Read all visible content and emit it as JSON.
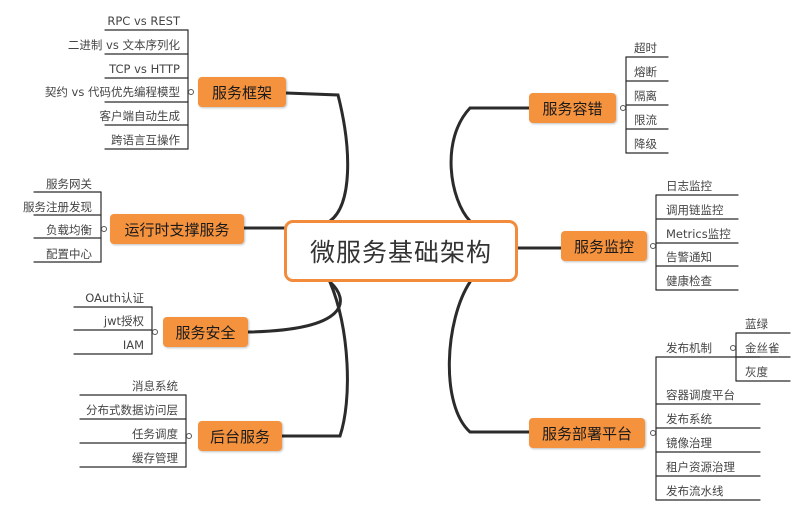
{
  "center": "微服务基础架构",
  "colors": {
    "branch_fill": "#f5923e",
    "center_border": "#f28c3c",
    "line": "#2b2b2b"
  },
  "branches": {
    "framework": {
      "title": "服务框架",
      "items": [
        "RPC vs REST",
        "二进制 vs 文本序列化",
        "TCP vs HTTP",
        "契约 vs 代码优先编程模型",
        "客户端自动生成",
        "跨语言互操作"
      ]
    },
    "runtime": {
      "title": "运行时支撑服务",
      "items": [
        "服务网关",
        "服务注册发现",
        "负载均衡",
        "配置中心"
      ]
    },
    "security": {
      "title": "服务安全",
      "items": [
        "OAuth认证",
        "jwt授权",
        "IAM"
      ]
    },
    "backend": {
      "title": "后台服务",
      "items": [
        "消息系统",
        "分布式数据访问层",
        "任务调度",
        "缓存管理"
      ]
    },
    "fault": {
      "title": "服务容错",
      "items": [
        "超时",
        "熔断",
        "隔离",
        "限流",
        "降级"
      ]
    },
    "monitor": {
      "title": "服务监控",
      "items": [
        "日志监控",
        "调用链监控",
        "Metrics监控",
        "告警通知",
        "健康检查"
      ]
    },
    "deploy": {
      "title": "服务部署平台",
      "release": {
        "label": "发布机制",
        "items": [
          "蓝绿",
          "金丝雀",
          "灰度"
        ]
      },
      "items": [
        "容器调度平台",
        "发布系统",
        "镜像治理",
        "租户资源治理",
        "发布流水线"
      ]
    }
  }
}
